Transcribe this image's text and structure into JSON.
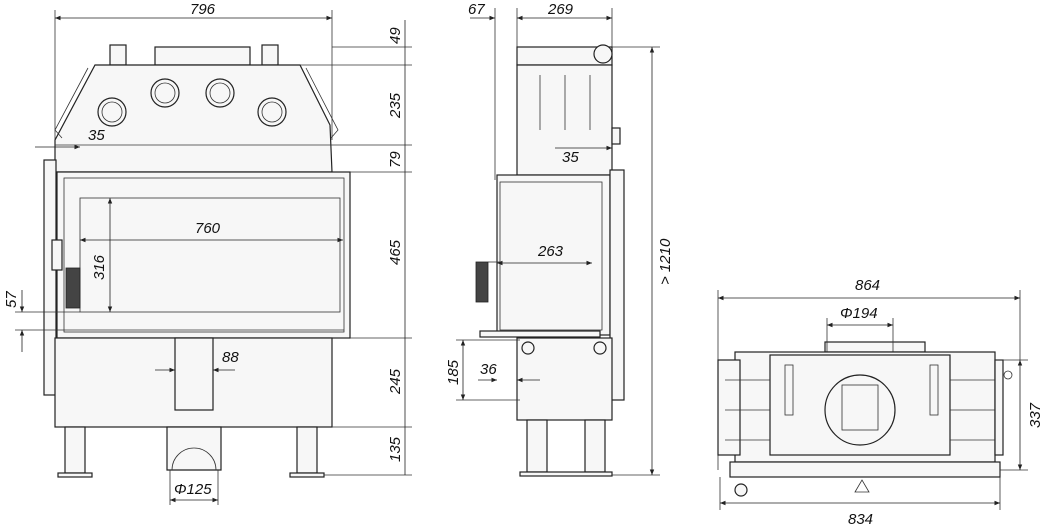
{
  "front_view": {
    "width": "796",
    "top_plate": "49",
    "hood_height": "235",
    "lintel": "79",
    "door_height": "465",
    "base_height": "245",
    "leg_height": "135",
    "side_offset": "35",
    "glass_width": "760",
    "glass_height": "316",
    "bottom_offset": "57",
    "air_inlet_width": "88",
    "air_inlet_diameter": "Φ125"
  },
  "side_view": {
    "front_offset": "67",
    "depth": "269",
    "side_offset": "35",
    "glass_depth": "263",
    "total_height": "> 1210",
    "inlet_height": "185",
    "inlet_offset": "36"
  },
  "top_view": {
    "width": "864",
    "flue_diameter": "Φ194",
    "depth": "337",
    "base_width": "834"
  }
}
